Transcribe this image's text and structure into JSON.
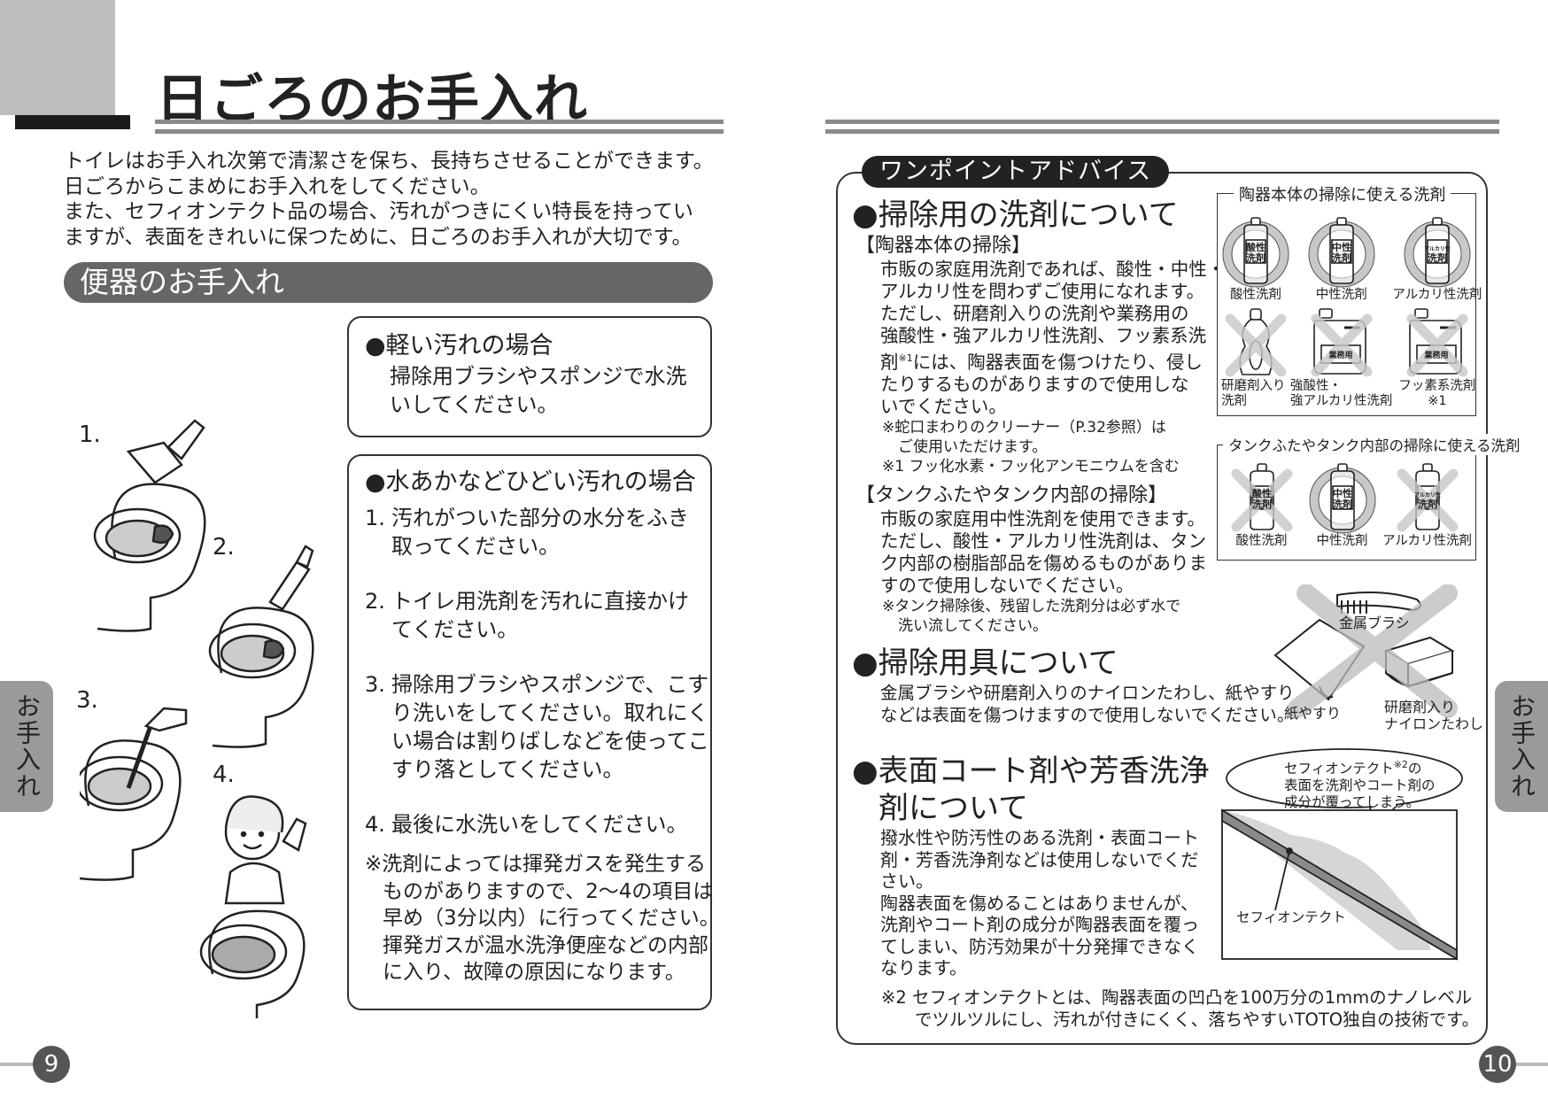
{
  "left_page": {
    "title": "日ごろのお手入れ",
    "intro": [
      "トイレはお手入れ次第で清潔さを保ち、長持ちさせることができます。",
      "日ごろからこまめにお手入れをしてください。",
      "また、セフィオンテクト品の場合、汚れがつきにくい特長を持ってい",
      "ますが、表面をきれいに保つために、日ごろのお手入れが大切です。"
    ],
    "section_title": "便器のお手入れ",
    "light_stain": {
      "heading": "●軽い汚れの場合",
      "lines": [
        "掃除用ブラシやスポンジで水洗",
        "いしてください。"
      ]
    },
    "heavy_stain": {
      "heading": "●水あかなどひどい汚れの場合",
      "steps": [
        {
          "num": "1.",
          "lines": [
            "汚れがついた部分の水分をふき",
            "取ってください。"
          ]
        },
        {
          "num": "2.",
          "lines": [
            "トイレ用洗剤を汚れに直接かけ",
            "てください。"
          ]
        },
        {
          "num": "3.",
          "lines": [
            "掃除用ブラシやスポンジで、こす",
            "り洗いをしてください。取れにく",
            "い場合は割りばしなどを使ってこ",
            "すり落としてください。"
          ]
        },
        {
          "num": "4.",
          "lines": [
            "最後に水洗いをしてください。"
          ]
        }
      ],
      "note": [
        "※洗剤によっては揮発ガスを発生する",
        "ものがありますので、2～4の項目は",
        "早め（3分以内）に行ってください。",
        "揮発ガスが温水洗浄便座などの内部",
        "に入り、故障の原因になります。"
      ]
    },
    "illustration_step_labels": [
      "1.",
      "2.",
      "3.",
      "4."
    ],
    "side_tab": "お手入れ",
    "page_number": "9"
  },
  "right_page": {
    "advice_label": "ワンポイントアドバイス",
    "detergent": {
      "heading": "●掃除用の洗剤について",
      "ceramic_subheading": "【陶器本体の掃除】",
      "ceramic_lines": [
        "市販の家庭用洗剤であれば、酸性・中性・",
        "アルカリ性を問わずご使用になれます。",
        "ただし、研磨剤入りの洗剤や業務用の",
        "強酸性・強アルカリ性洗剤、フッ素系洗"
      ],
      "ceramic_line5_pre": "剤",
      "ceramic_line5_sup": "※1",
      "ceramic_line5_post": "には、陶器表面を傷つけたり、侵し",
      "ceramic_lines_end": [
        "たりするものがありますので使用しな",
        "いでください。"
      ],
      "faucet_note": [
        "※蛇口まわりのクリーナー（P.32参照）は",
        "ご使用いただけます。"
      ],
      "footnote1": "※1 フッ化水素・フッ化アンモニウムを含む",
      "tank_subheading": "【タンクふたやタンク内部の掃除】",
      "tank_lines": [
        "市販の家庭用中性洗剤を使用できます。",
        "ただし、酸性・アルカリ性洗剤は、タン",
        "ク内部の樹脂部品を傷めるものがありま",
        "すので使用しないでください。"
      ],
      "tank_note": [
        "※タンク掃除後、残留した洗剤分は必ず水で",
        "洗い流してください。"
      ]
    },
    "ceramic_detergents": {
      "title": "陶器本体の掃除に使える洗剤",
      "items": [
        {
          "caption": [
            "酸性洗剤"
          ],
          "allowed": true,
          "container": "bottle",
          "label": [
            "酸性",
            "洗剤"
          ]
        },
        {
          "caption": [
            "中性洗剤"
          ],
          "allowed": true,
          "container": "bottle",
          "label": [
            "中性",
            "洗剤"
          ]
        },
        {
          "caption": [
            "アルカリ性洗剤"
          ],
          "allowed": true,
          "container": "bottle",
          "label": [
            "アルカリ性",
            "洗剤"
          ]
        },
        {
          "caption": [
            "研磨剤入り",
            "洗剤"
          ],
          "allowed": false,
          "container": "cleanser",
          "label": []
        },
        {
          "caption": [
            "強酸性・",
            "強アルカリ性洗剤"
          ],
          "allowed": false,
          "container": "jerrycan",
          "label": [
            "業務用"
          ]
        },
        {
          "caption": [
            "フッ素系洗剤",
            "※1"
          ],
          "allowed": false,
          "container": "jerrycan",
          "label": [
            "業務用"
          ]
        }
      ]
    },
    "tank_detergents": {
      "title": "タンクふたやタンク内部の掃除に使える洗剤",
      "items": [
        {
          "caption": [
            "酸性洗剤"
          ],
          "allowed": false,
          "container": "bottle",
          "label": [
            "酸性",
            "洗剤"
          ]
        },
        {
          "caption": [
            "中性洗剤"
          ],
          "allowed": true,
          "container": "bottle",
          "label": [
            "中性",
            "洗剤"
          ]
        },
        {
          "caption": [
            "アルカリ性洗剤"
          ],
          "allowed": false,
          "container": "bottle",
          "label": [
            "アルカリ性",
            "洗剤"
          ]
        }
      ]
    },
    "tools": {
      "heading": "●掃除用具について",
      "lines": [
        "金属ブラシや研磨剤入りのナイロンたわし、紙やすり",
        "などは表面を傷つけますので使用しないでください。"
      ],
      "label_brush": "金属ブラシ",
      "label_sandpaper": "紙やすり",
      "label_scrubber": [
        "研磨剤入り",
        "ナイロンたわし"
      ]
    },
    "coating": {
      "heading": [
        "●表面コート剤や芳香洗浄",
        "剤について"
      ],
      "lines": [
        "撥水性や防汚性のある洗剤・表面コート",
        "剤・芳香洗浄剤などは使用しないでくだ",
        "さい。",
        "陶器表面を傷めることはありませんが、",
        "洗剤やコート剤の成分が陶器表面を覆っ",
        "てしまい、防汚効果が十分発揮できなく",
        "なります。"
      ],
      "bubble_line1_pre": "セフィオンテクト",
      "bubble_line1_sup": "※2",
      "bubble_line1_post": "の",
      "bubble_lines": [
        "表面を洗剤やコート剤の",
        "成分が覆ってしまう。"
      ],
      "diagram_label": "セフィオンテクト"
    },
    "footnote2": [
      "※2 セフィオンテクトとは、陶器表面の凹凸を100万分の1mmのナノレベル",
      "でツルツルにし、汚れが付きにくく、落ちやすいTOTO独自の技術です。"
    ],
    "side_tab": "お手入れ",
    "page_number": "10"
  },
  "colors": {
    "ink": "#222222",
    "tab_gray": "#9a9a9a",
    "pill_gray": "#666666",
    "rule_gray": "#8a8a8a",
    "mark_gray": "#c8c8c8"
  }
}
